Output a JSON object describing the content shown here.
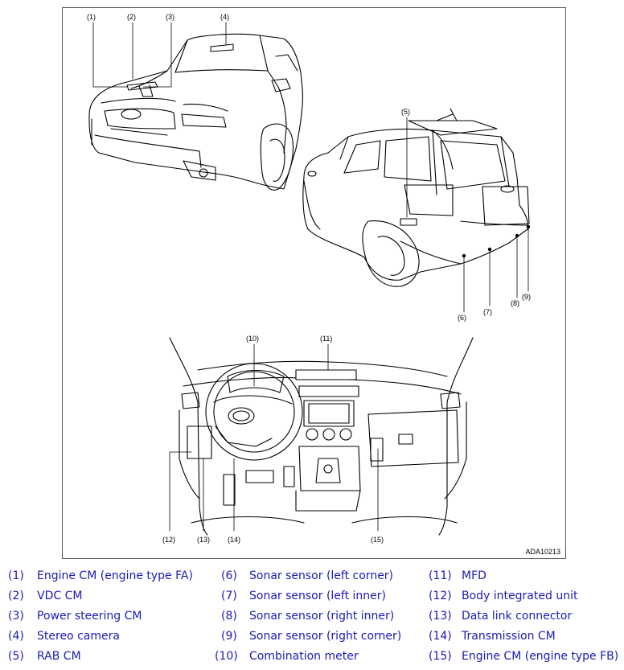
{
  "figure": {
    "id_label": "ADA10213",
    "callouts": [
      "(1)",
      "(2)",
      "(3)",
      "(4)",
      "(5)",
      "(6)",
      "(7)",
      "(8)",
      "(9)",
      "(10)",
      "(11)",
      "(12)",
      "(13)",
      "(14)",
      "(15)"
    ]
  },
  "legend": {
    "col1": [
      {
        "num": "(1)",
        "label": "Engine CM (engine type FA)"
      },
      {
        "num": "(2)",
        "label": "VDC CM"
      },
      {
        "num": "(3)",
        "label": "Power steering CM"
      },
      {
        "num": "(4)",
        "label": "Stereo camera"
      },
      {
        "num": "(5)",
        "label": "RAB CM"
      }
    ],
    "col2": [
      {
        "num": "(6)",
        "label": "Sonar sensor (left corner)"
      },
      {
        "num": "(7)",
        "label": "Sonar sensor (left inner)"
      },
      {
        "num": "(8)",
        "label": "Sonar sensor (right inner)"
      },
      {
        "num": "(9)",
        "label": "Sonar sensor (right corner)"
      },
      {
        "num": "(10)",
        "label": "Combination meter"
      }
    ],
    "col3": [
      {
        "num": "(11)",
        "label": "MFD"
      },
      {
        "num": "(12)",
        "label": "Body integrated unit"
      },
      {
        "num": "(13)",
        "label": "Data link connector"
      },
      {
        "num": "(14)",
        "label": "Transmission CM"
      },
      {
        "num": "(15)",
        "label": "Engine CM (engine type FB)"
      }
    ]
  },
  "colors": {
    "legend_text": "#1a1ab8",
    "line_art": "#000000"
  }
}
